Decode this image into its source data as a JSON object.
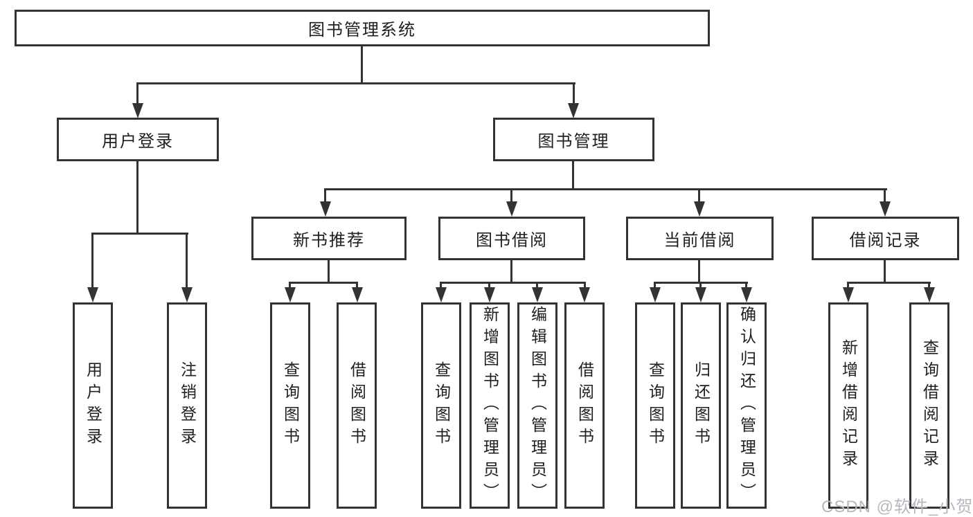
{
  "tree": {
    "root": {
      "label": "图书管理系统"
    },
    "level2": [
      {
        "label": "用户登录"
      },
      {
        "label": "图书管理"
      }
    ],
    "categories": [
      {
        "label": "新书推荐",
        "parent": "图书管理"
      },
      {
        "label": "图书借阅",
        "parent": "图书管理"
      },
      {
        "label": "当前借阅",
        "parent": "图书管理"
      },
      {
        "label": "借阅记录",
        "parent": "图书管理"
      }
    ],
    "leaves": [
      {
        "label": "用户登录",
        "parent": "用户登录"
      },
      {
        "label": "注销登录",
        "parent": "用户登录"
      },
      {
        "label": "查询图书",
        "parent": "新书推荐"
      },
      {
        "label": "借阅图书",
        "parent": "新书推荐"
      },
      {
        "label": "查询图书",
        "parent": "图书借阅"
      },
      {
        "label": "新增图书（管理员）",
        "parent": "图书借阅"
      },
      {
        "label": "编辑图书（管理员）",
        "parent": "图书借阅"
      },
      {
        "label": "借阅图书",
        "parent": "图书借阅"
      },
      {
        "label": "查询图书",
        "parent": "当前借阅"
      },
      {
        "label": "归还图书",
        "parent": "当前借阅"
      },
      {
        "label": "确认归还（管理员）",
        "parent": "当前借阅"
      },
      {
        "label": "新增借阅记录",
        "parent": "借阅记录"
      },
      {
        "label": "查询借阅记录",
        "parent": "借阅记录"
      }
    ]
  },
  "watermark": {
    "text": "CSDN @软件_小贺同学"
  },
  "colors": {
    "line": "#333333",
    "box_border": "#333333",
    "text": "#1f1f1f",
    "watermark": "#b4b9bf",
    "background": "#ffffff"
  }
}
